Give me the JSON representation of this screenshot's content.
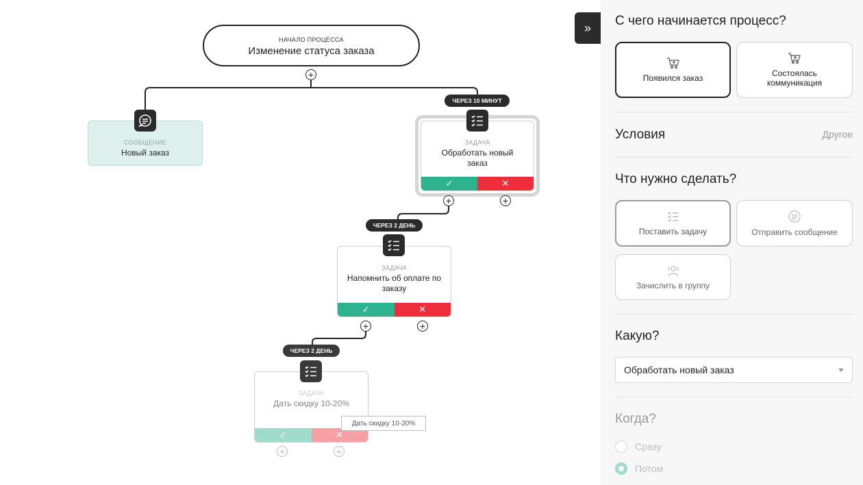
{
  "flow": {
    "start": {
      "caption": "НАЧАЛО ПРОЦЕССА",
      "title": "Изменение статуса заказа"
    },
    "message_node": {
      "caption": "СООБЩЕНИЕ",
      "title": "Новый заказ"
    },
    "task1": {
      "delay": "ЧЕРЕЗ 10 МИНУТ",
      "caption": "ЗАДАЧА",
      "title": "Обработать новый заказ"
    },
    "task2": {
      "delay": "ЧЕРЕЗ 2 ДЕНЬ",
      "caption": "ЗАДАЧА",
      "title": "Напомнить об оплате по заказу"
    },
    "task3": {
      "delay": "ЧЕРЕЗ 2 ДЕНЬ",
      "caption": "ЗАДАЧА",
      "title": "Дать скидку 10-20%"
    },
    "tooltip": "Дать скидку 10-20%",
    "ok_symbol": "✓",
    "no_symbol": "✕",
    "plus_symbol": "+"
  },
  "panel": {
    "collapse_icon": "»",
    "start_question": "С чего начинается процесс?",
    "start_options": [
      {
        "label": "Появился заказ",
        "icon": "cart-icon",
        "selected": true
      },
      {
        "label": "Состоялась коммуникация",
        "icon": "cart-icon",
        "selected": false
      }
    ],
    "conditions": {
      "title": "Условия",
      "other": "Другое"
    },
    "action_question": "Что нужно сделать?",
    "actions": [
      {
        "label": "Поставить задачу",
        "icon": "checklist-icon",
        "selected": true
      },
      {
        "label": "Отправить сообщение",
        "icon": "message-icon",
        "selected": false
      },
      {
        "label": "Зачислить в группу",
        "icon": "group-icon",
        "selected": false
      }
    ],
    "which": {
      "title": "Какую?",
      "selected": "Обработать новый заказ"
    },
    "when": {
      "title": "Когда?",
      "options": [
        {
          "label": "Сразу",
          "checked": false
        },
        {
          "label": "Потом",
          "checked": true
        }
      ]
    }
  },
  "colors": {
    "ok": "#2db38f",
    "no": "#ef2e3c",
    "dark": "#2b2b2b",
    "message_bg": "#dff1ef"
  }
}
